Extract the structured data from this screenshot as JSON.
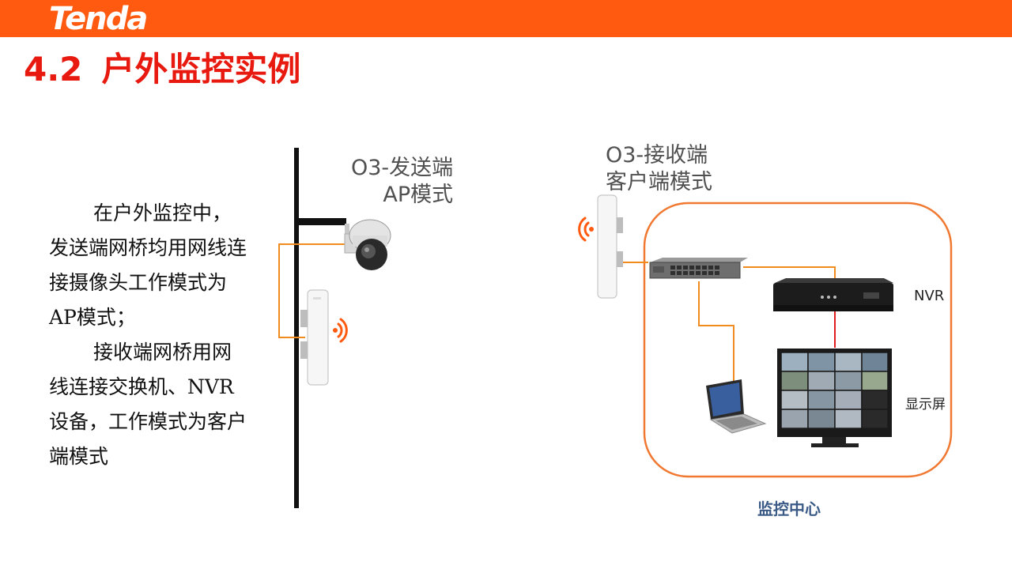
{
  "header": {
    "logo_text": "Tenda",
    "bar_color": "#ff5a0f"
  },
  "title": {
    "number": "4.2",
    "text": "户外监控实例",
    "color": "#e8190f"
  },
  "description": {
    "paragraph1": "在户外监控中，发送端网桥均用网线连接摄像头工作模式为AP模式；",
    "paragraph2": "接收端网桥用网线连接交换机、NVR设备，工作模式为客户端模式"
  },
  "diagram": {
    "sender_label_line1": "O3-发送端",
    "sender_label_line2": "AP模式",
    "receiver_label_line1": "O3-接收端",
    "receiver_label_line2": "客户端模式",
    "nvr_label": "NVR",
    "screen_label": "显示屏",
    "center_label": "监控中心",
    "cable_color": "#f08c1e",
    "hdmi_color": "#e02020",
    "frame_color": "#f07830"
  }
}
